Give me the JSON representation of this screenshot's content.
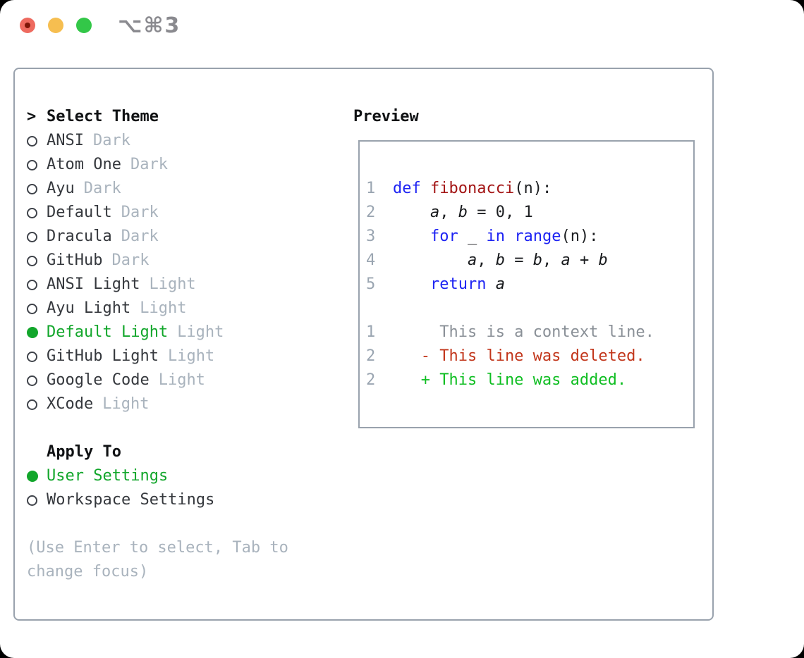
{
  "window": {
    "title_shortcut": "⌥⌘3"
  },
  "colors": {
    "accent_green": "#12a62b",
    "added_green": "#0fbe22",
    "deleted_red": "#c2361b",
    "keyword_blue": "#1d23f3",
    "function_red": "#a31515",
    "muted_gray": "#a9b3bd",
    "line_number_gray": "#9aa5b1",
    "border_gray": "#99a2ad",
    "traffic_red": "#ee6a5f",
    "traffic_yellow": "#f6be50",
    "traffic_green": "#33c748"
  },
  "theme_picker": {
    "header_prefix": ">",
    "header": "Select Theme",
    "items": [
      {
        "name": "ANSI",
        "variant": "Dark",
        "selected": false
      },
      {
        "name": "Atom One",
        "variant": "Dark",
        "selected": false
      },
      {
        "name": "Ayu",
        "variant": "Dark",
        "selected": false
      },
      {
        "name": "Default",
        "variant": "Dark",
        "selected": false
      },
      {
        "name": "Dracula",
        "variant": "Dark",
        "selected": false
      },
      {
        "name": "GitHub",
        "variant": "Dark",
        "selected": false
      },
      {
        "name": "ANSI Light",
        "variant": "Light",
        "selected": false
      },
      {
        "name": "Ayu Light",
        "variant": "Light",
        "selected": false
      },
      {
        "name": "Default Light",
        "variant": "Light",
        "selected": true
      },
      {
        "name": "GitHub Light",
        "variant": "Light",
        "selected": false
      },
      {
        "name": "Google Code",
        "variant": "Light",
        "selected": false
      },
      {
        "name": "XCode",
        "variant": "Light",
        "selected": false
      }
    ],
    "apply_to": {
      "header": "Apply To",
      "options": [
        {
          "label": "User Settings",
          "selected": true
        },
        {
          "label": "Workspace Settings",
          "selected": false
        }
      ]
    },
    "hint_line1": "(Use Enter to select, Tab to",
    "hint_line2": "change focus)"
  },
  "preview": {
    "header": "Preview",
    "code": [
      {
        "n": "1",
        "t0": "def ",
        "t1": "fibonacci",
        "t2": "(n):"
      },
      {
        "n": "2",
        "t0": "    ",
        "t1": "a",
        "t2": ", ",
        "t3": "b",
        "t4": " = 0, 1"
      },
      {
        "n": "3",
        "t0": "    ",
        "t1": "for",
        "t2": " _ ",
        "t3": "in",
        "t4": " ",
        "t5": "range",
        "t6": "(n):"
      },
      {
        "n": "4",
        "t0": "        ",
        "t1": "a",
        "t2": ", ",
        "t3": "b",
        "t4": " = ",
        "t5": "b",
        "t6": ", ",
        "t7": "a",
        "t8": " + ",
        "t9": "b"
      },
      {
        "n": "5",
        "t0": "    ",
        "t1": "return",
        "t2": " ",
        "t3": "a"
      }
    ],
    "diff": [
      {
        "n": "1",
        "text": "     This is a context line."
      },
      {
        "n": "2",
        "text": "   - This line was deleted."
      },
      {
        "n": "2",
        "text": "   + This line was added."
      }
    ]
  }
}
